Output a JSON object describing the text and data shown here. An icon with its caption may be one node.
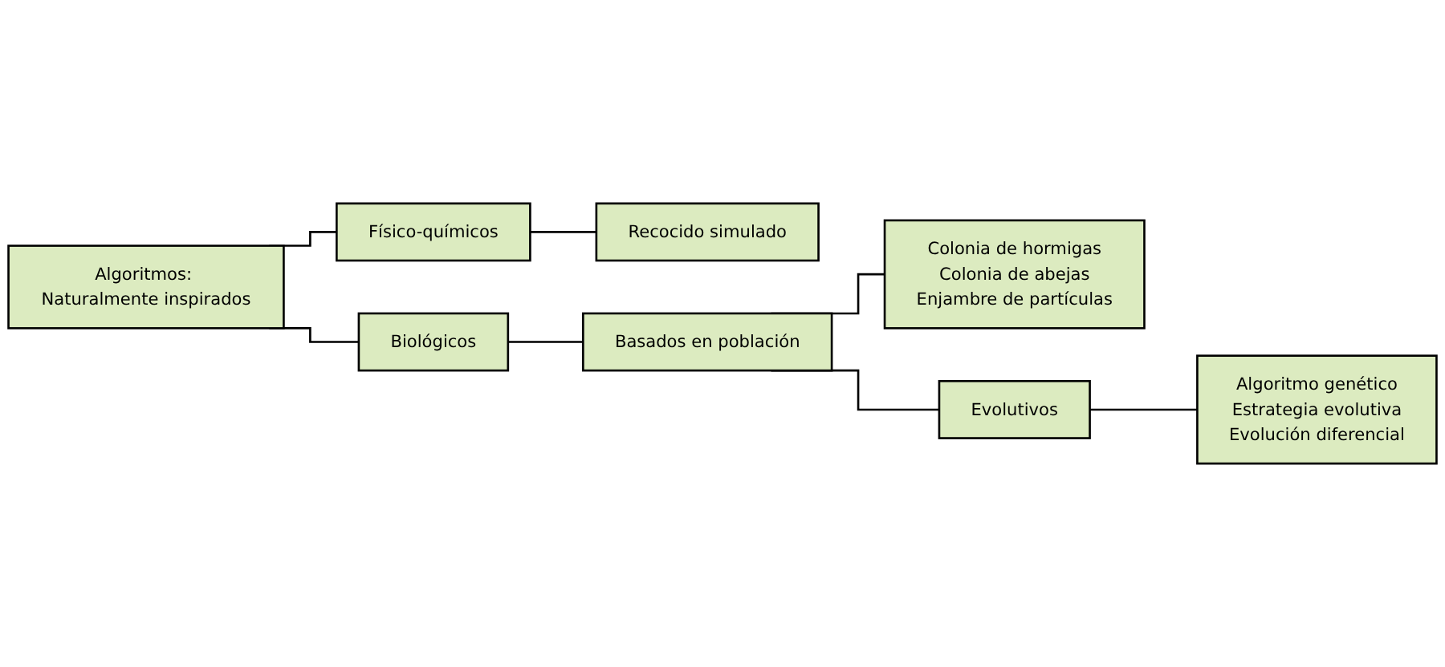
{
  "diagram": {
    "nodes": [
      {
        "text": [
          "Algoritmos: Naturalmente inspirados"
        ]
      },
      {
        "text": [
          "Físico-químicos"
        ]
      },
      {
        "text": [
          "Recocido simulado"
        ]
      },
      {
        "text": [
          "Biológicos"
        ]
      },
      {
        "text": [
          "Basados en población"
        ]
      },
      {
        "text": [
          "Colonia de hormigas",
          "Colonia de abejas",
          "Enjambre de partículas"
        ]
      },
      {
        "text": [
          "Evolutivos"
        ]
      },
      {
        "text": [
          "Algoritmo genético",
          "Estrategia evolutiva",
          "Evolución diferencial"
        ]
      }
    ],
    "edges": [
      {
        "from": 0,
        "to": 1,
        "arrow": "none"
      },
      {
        "from": 1,
        "to": 2,
        "arrow": "none"
      },
      {
        "from": 0,
        "to": 3,
        "arrow": "none"
      },
      {
        "from": 3,
        "to": 4,
        "arrow": "none"
      },
      {
        "from": 4,
        "to": 5,
        "arrow": "none"
      },
      {
        "from": 4,
        "to": 6,
        "arrow": "none"
      },
      {
        "from": 6,
        "to": 7,
        "arrow": "none"
      }
    ]
  }
}
